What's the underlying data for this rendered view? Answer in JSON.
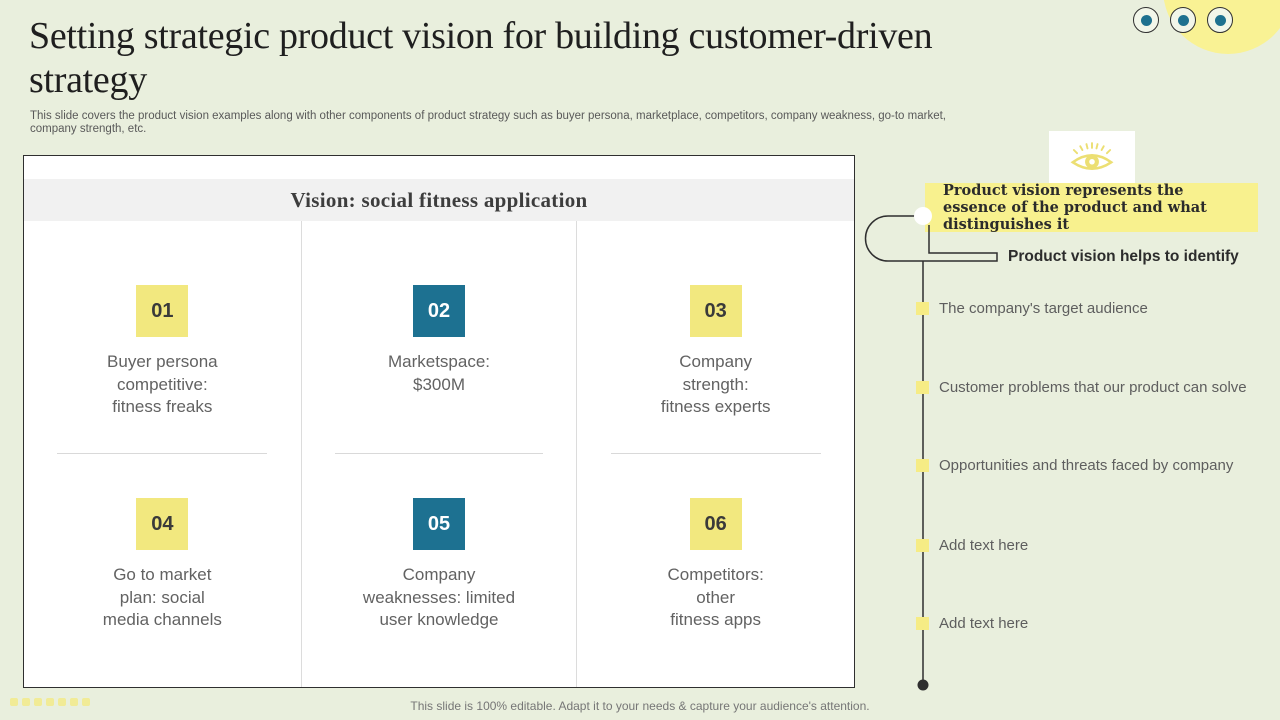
{
  "slide": {
    "title": "Setting strategic product vision for building customer-driven strategy",
    "subtitle": "This slide covers the product vision examples along with other components of product strategy such as buyer persona, marketplace, competitors, company weakness, go-to market, company strength, etc.",
    "footer": "This slide is 100% editable. Adapt it to your needs & capture your audience's attention."
  },
  "vision_panel": {
    "header": "Vision: social fitness application",
    "items": [
      {
        "number": "01",
        "style": "yellow",
        "text": "Buyer persona\ncompetitive:\nfitness freaks"
      },
      {
        "number": "02",
        "style": "teal",
        "text": "Marketspace:\n$300M"
      },
      {
        "number": "03",
        "style": "yellow",
        "text": "Company\nstrength:\nfitness experts"
      },
      {
        "number": "04",
        "style": "yellow",
        "text": "Go to market\nplan: social\nmedia channels"
      },
      {
        "number": "05",
        "style": "teal",
        "text": "Company\nweaknesses: limited\nuser knowledge"
      },
      {
        "number": "06",
        "style": "yellow",
        "text": "Competitors:\nother\nfitness apps"
      }
    ]
  },
  "callout": {
    "text": "Product vision represents the essence of the product and what distinguishes it",
    "identify_label": "Product vision helps to identify"
  },
  "timeline": {
    "items": [
      {
        "label": "The company's target audience"
      },
      {
        "label": "Customer problems that our product can solve"
      },
      {
        "label": "Opportunities and threats faced by company"
      },
      {
        "label": "Add text here"
      },
      {
        "label": "Add text here"
      }
    ]
  },
  "icons": {
    "eye": "eye-icon",
    "dot_circles": "circle-dot-icon"
  },
  "colors": {
    "background": "#e9efdd",
    "accent_yellow": "#f2e87f",
    "highlight_yellow": "#f8f18e",
    "accent_teal": "#1d7191",
    "line_dark": "#2f2f2f",
    "panel_header_bg": "#f1f1f1",
    "text_gray": "#626262"
  }
}
